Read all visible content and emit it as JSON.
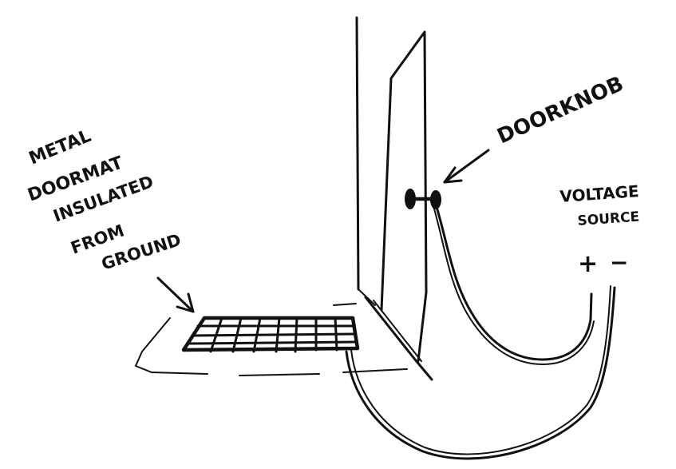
{
  "labels": {
    "doormat_line1": "METAL",
    "doormat_line2": "DOORMAT",
    "doormat_line3": "INSULATED",
    "doormat_line4": "FROM",
    "doormat_line5": "GROUND",
    "doorknob": "DOORKNOB",
    "voltage_line1": "VOLTAGE",
    "voltage_line2": "SOURCE",
    "plus": "+",
    "minus": "−"
  }
}
